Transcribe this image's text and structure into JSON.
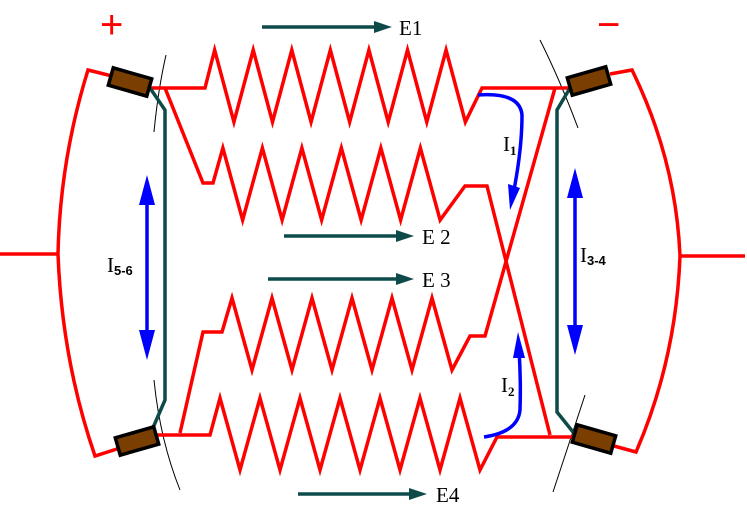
{
  "polarity": {
    "plus": "+",
    "minus": "−"
  },
  "fields": {
    "e1": "E1",
    "e2": "E 2",
    "e3": "E 3",
    "e4": "E4"
  },
  "currents": {
    "i1": {
      "main": "I",
      "sub": "1"
    },
    "i2": {
      "main": "I",
      "sub": "2"
    },
    "i56": {
      "main": "I",
      "sub": "5-6"
    },
    "i34": {
      "main": "I",
      "sub": "3-4"
    }
  },
  "colors": {
    "winding": "#ff0000",
    "current": "#0000ff",
    "connector": "#0f4a4a",
    "brush": "#7a3f00"
  }
}
